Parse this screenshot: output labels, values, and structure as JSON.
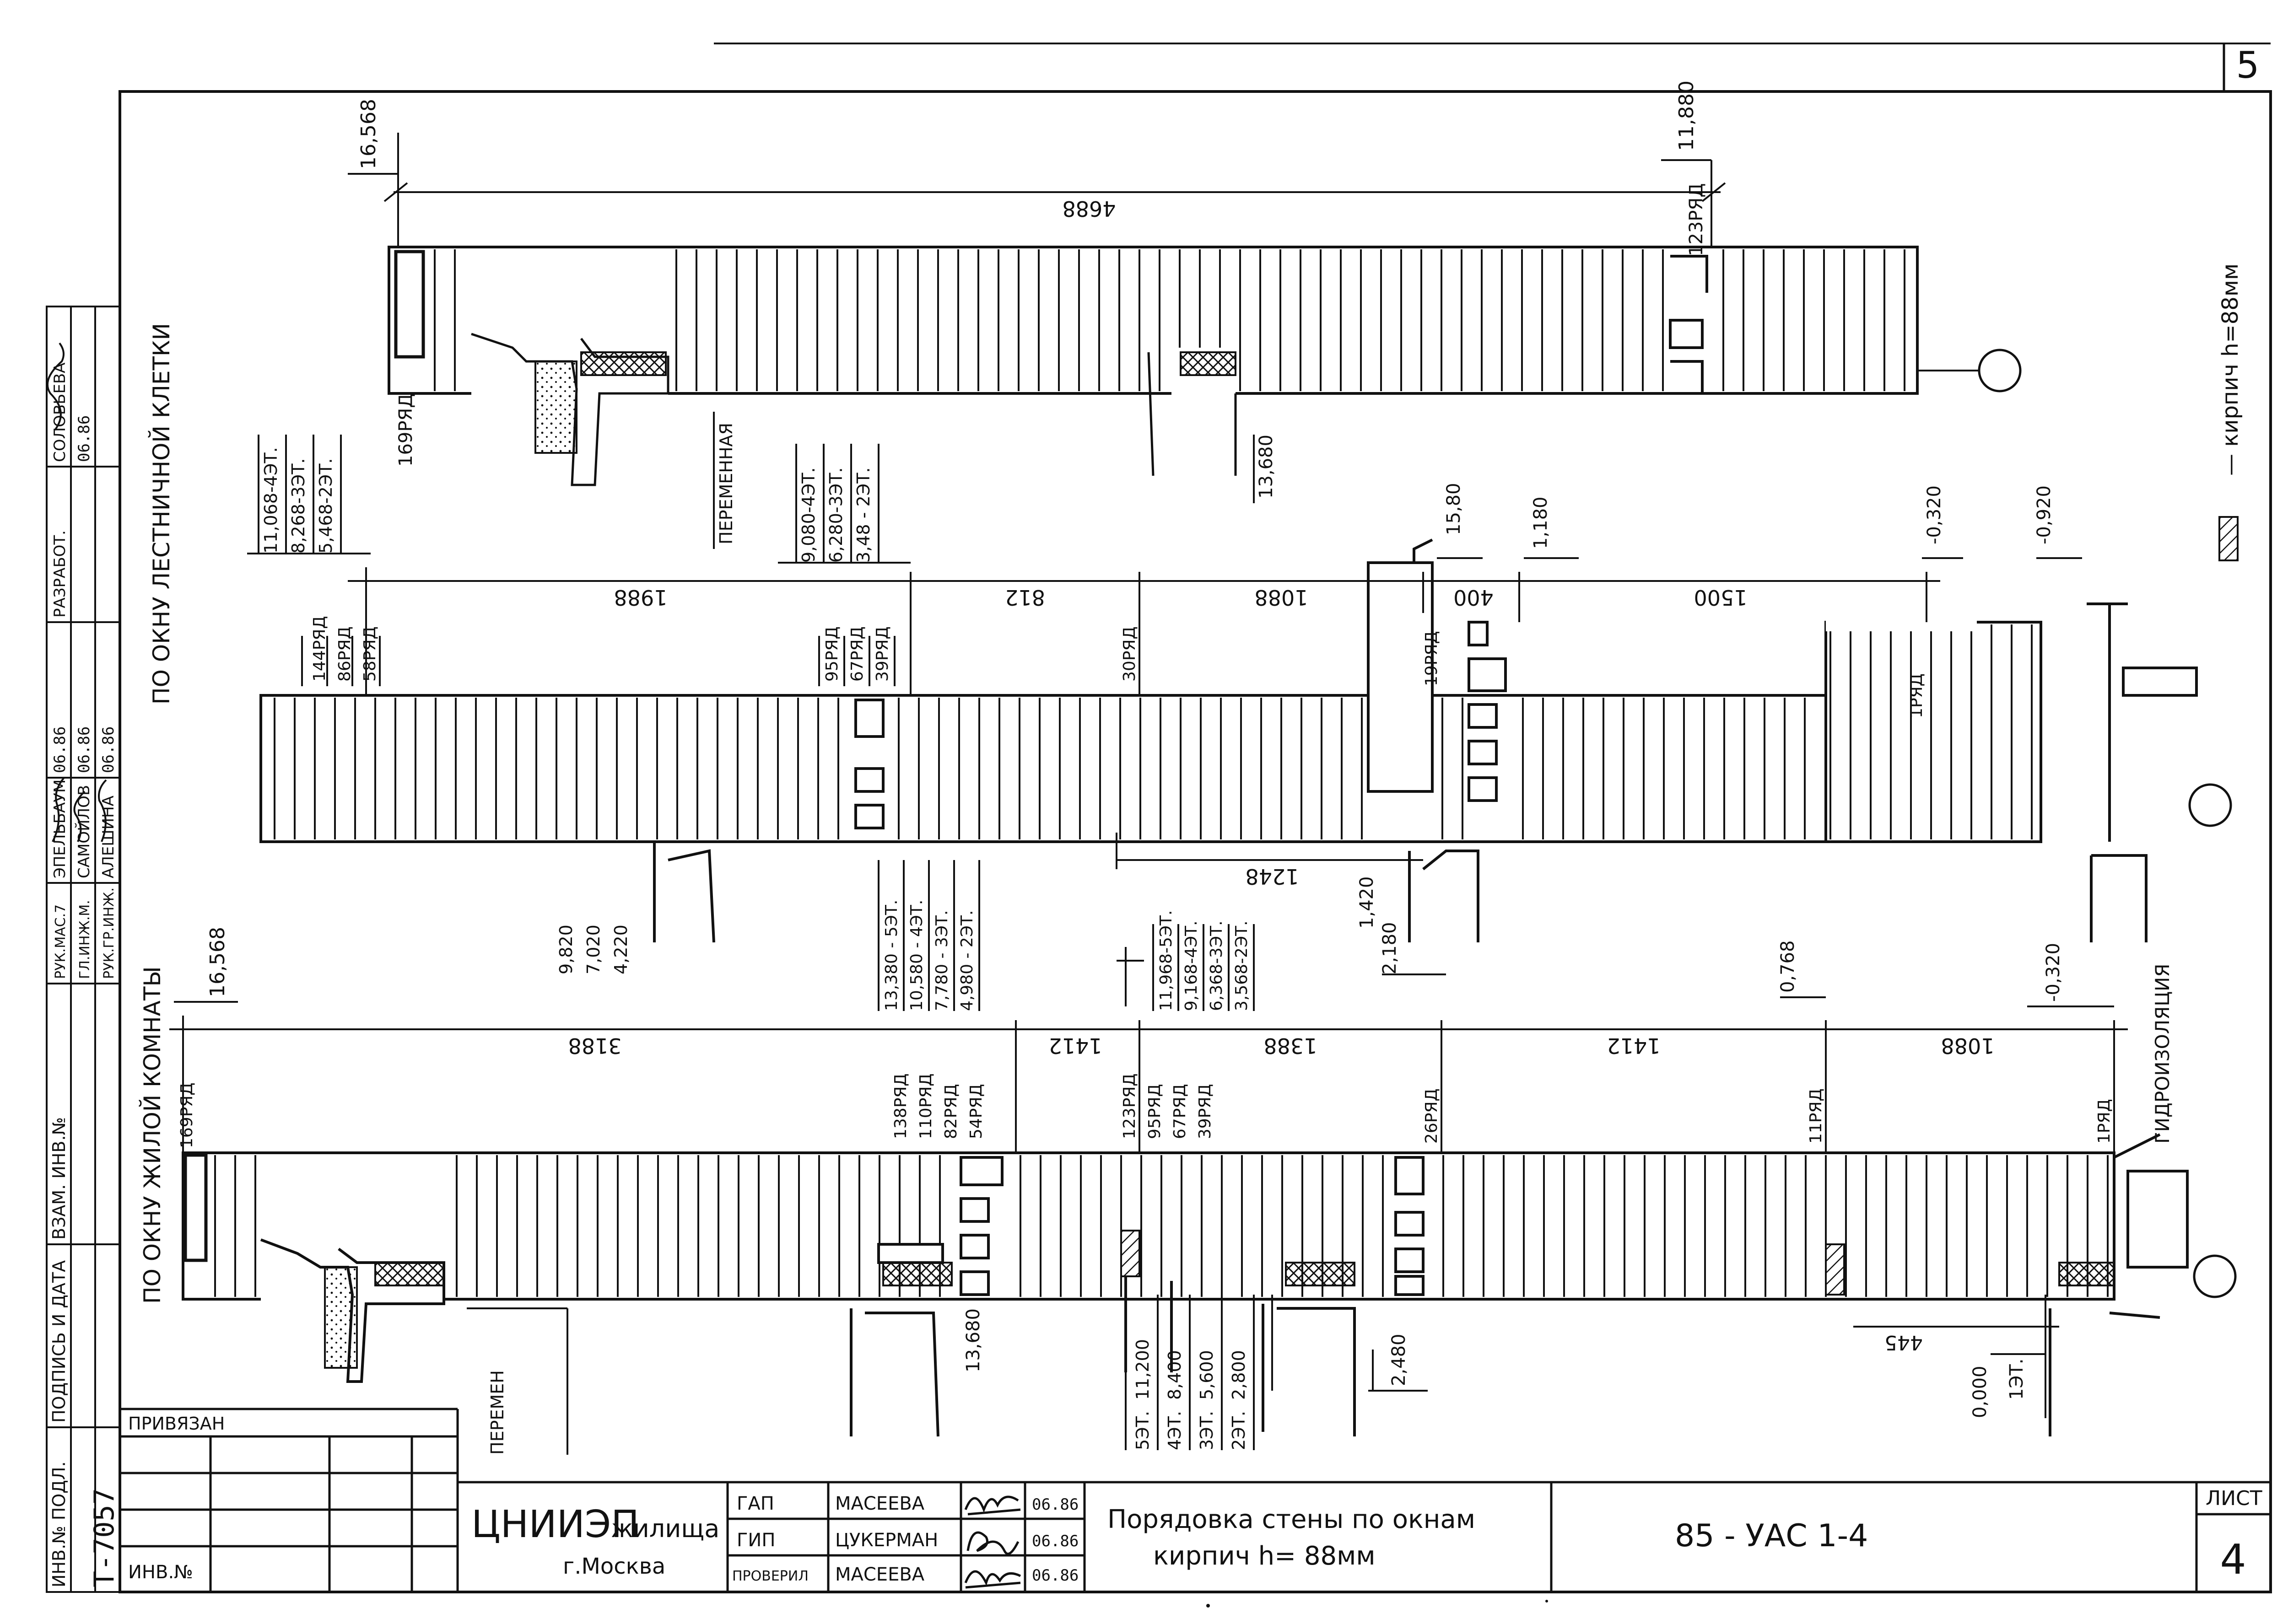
{
  "sheet": {
    "page_no": "5",
    "list_label": "ЛИСТ",
    "list_no": "4",
    "doc_code": "85 - УАС 1-4",
    "title_line1": "Порядовка стены по окнам",
    "title_line2": "кирпич h= 88мм",
    "org_name": "ЦНИИЭП",
    "org_suffix": "жилища",
    "org_city": "г.Москва",
    "bound_label": "ПРИВЯЗАН",
    "inv_label": "ИНВ.№",
    "inv_stamp": "Т-7057"
  },
  "signatures": {
    "rows": [
      {
        "role": "ГАП",
        "name": "МАСЕЕВА",
        "date": "06.86"
      },
      {
        "role": "ГИП",
        "name": "ЦУКЕРМАН",
        "date": "06.86"
      },
      {
        "role": "ПРОВЕРИЛ",
        "name": "МАСЕЕВА",
        "date": "06.86"
      }
    ],
    "side_stamp": [
      {
        "role": "РУК.МАС.7",
        "name": "ЭПЕЛЬБАУМ",
        "date": "06.86"
      },
      {
        "role": "ГЛ.ИНЖ.М.",
        "name": "САМОЙЛОВ",
        "date": "06.86"
      },
      {
        "role": "РУК.ГР.ИНЖ.",
        "name": "АЛЕШИНА",
        "date": "06.86"
      },
      {
        "role": "РАЗРАБОТ.",
        "name": "СОЛОВЬЕВА",
        "date": "06.86"
      }
    ],
    "margin_labels": [
      "ИНВ.№ ПОДЛ.",
      "ПОДПИСЬ И ДАТА",
      "ВЗАМ. ИНВ.№"
    ]
  },
  "legend": {
    "text": "— кирпич h=88мм"
  },
  "section_titles": {
    "stair": "ПО ОКНУ ЛЕСТНИЧНОЙ КЛЕТКИ",
    "living": "ПО ОКНУ ЖИЛОЙ КОМНАТЫ"
  },
  "top_wall": {
    "elev_left": "16,568",
    "elev_right": "11,880",
    "dim": "4688",
    "rows_left": "169РЯД",
    "rows_right": "123РЯД",
    "label_var": "ПЕРЕМЕННАЯ",
    "elev_mid": "13,680",
    "floors": [
      "9,080-4ЭТ.",
      "6,280-3ЭТ.",
      "3,48 - 2ЭТ."
    ]
  },
  "middle_wall": {
    "floors_left": [
      "11,068-4ЭТ.",
      "8,268-3ЭТ.",
      "5,468-2ЭТ."
    ],
    "rows_left": [
      "144РЯД",
      "86РЯД",
      "58РЯД"
    ],
    "rows_mid": [
      "95РЯД",
      "67РЯД",
      "39РЯД"
    ],
    "row_30": "30РЯД",
    "row_19": "19РЯД",
    "row_1": "1РЯД",
    "dims": [
      "1988",
      "812",
      "1088",
      "400",
      "1500"
    ],
    "elevs_right": [
      "15,80",
      "1,180",
      "-0,320",
      "-0,920"
    ],
    "dim_bottom": "1248",
    "elev_1420": "1,420",
    "floors_bottom_left": [
      "9,820",
      "7,020",
      "4,220"
    ]
  },
  "bottom_wall": {
    "elev_left": "16,568",
    "floors_a": [
      "13,380 - 5ЭТ.",
      "10,580 - 4ЭТ.",
      "7,780 - 3ЭТ.",
      "4,980 - 2ЭТ."
    ],
    "floors_b": [
      "11,968-5ЭТ.",
      "9,168-4ЭТ.",
      "6,368-3ЭТ.",
      "3,568-2ЭТ."
    ],
    "elev_2180": "2,180",
    "elev_0768": "0,768",
    "elev_neg": "-0,320",
    "waterproof": "ГИДРОИЗОЛЯЦИЯ",
    "dims": [
      "3188",
      "1412",
      "1388",
      "1412",
      "1088"
    ],
    "rows_left": "169РЯД",
    "rows_a": [
      "138РЯД",
      "110РЯД",
      "82РЯД",
      "54РЯД"
    ],
    "rows_b": [
      "123РЯД",
      "95РЯД",
      "67РЯД",
      "39РЯД"
    ],
    "row_26": "26РЯД",
    "row_11": "11РЯД",
    "row_1": "1РЯД",
    "label_var": "ПЕРЕМЕН",
    "elev_mid": "13,680",
    "floors_sill": [
      "5ЭТ.",
      "4ЭТ.",
      "3ЭТ.",
      "2ЭТ."
    ],
    "sill_elev": [
      "11,200",
      "8,400",
      "5,600",
      "2,800"
    ],
    "elev_2480": "2,480",
    "dim_445": "445",
    "elev_0": "0,000",
    "floor_1": "1ЭТ."
  }
}
